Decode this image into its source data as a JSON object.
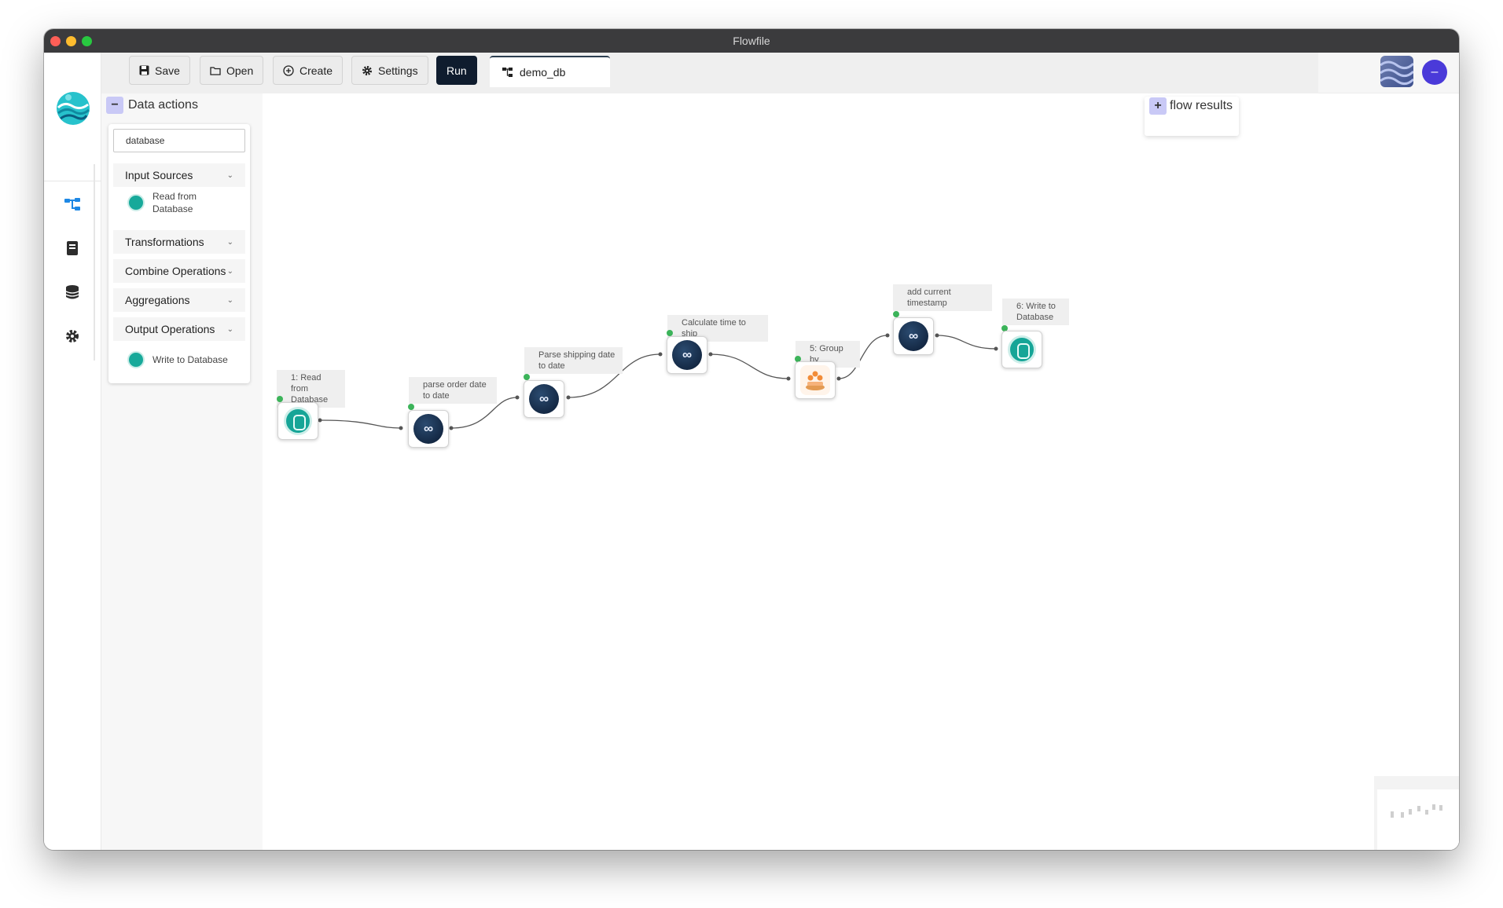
{
  "window": {
    "title": "Flowfile"
  },
  "toolbar": {
    "save_label": "Save",
    "open_label": "Open",
    "create_label": "Create",
    "settings_label": "Settings",
    "run_label": "Run",
    "tab_label": "demo_db"
  },
  "data_actions": {
    "title": "Data actions",
    "toggle_symbol": "−",
    "search_value": "database",
    "categories": [
      {
        "label": "Input Sources",
        "items": [
          "Read from Database"
        ]
      },
      {
        "label": "Transformations",
        "items": []
      },
      {
        "label": "Combine Operations",
        "items": []
      },
      {
        "label": "Aggregations",
        "items": []
      },
      {
        "label": "Output Operations",
        "items": [
          "Write to Database"
        ]
      }
    ]
  },
  "flow_results": {
    "title": "flow results",
    "toggle_symbol": "+"
  },
  "nodes": [
    {
      "label": "1: Read from Database",
      "icon": "database-icon"
    },
    {
      "label": "parse order date to date",
      "icon": "formula-icon"
    },
    {
      "label": "Parse shipping date to date",
      "icon": "formula-icon"
    },
    {
      "label": "Calculate time to ship",
      "icon": "formula-icon"
    },
    {
      "label": "5: Group by",
      "icon": "group-by-icon"
    },
    {
      "label": "add current timestamp",
      "icon": "formula-icon"
    },
    {
      "label": "6: Write to Database",
      "icon": "database-icon"
    }
  ],
  "colors": {
    "run_button": "#0f1c2e",
    "port_green": "#3cb45a",
    "database_teal": "#15a597",
    "accent_purple": "#4a3ad9"
  }
}
